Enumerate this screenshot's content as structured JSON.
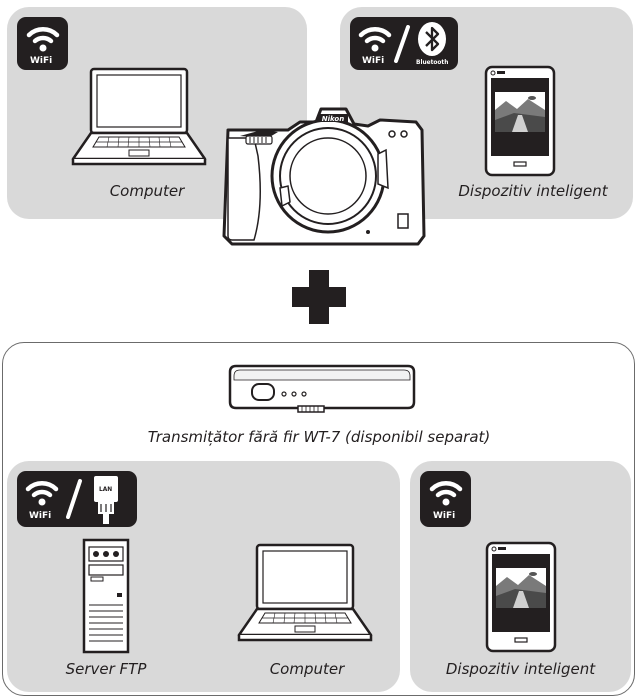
{
  "top": {
    "left_panel": {
      "label": "Computer",
      "badge_text": "WiFi"
    },
    "right_panel": {
      "label": "Dispozitiv inteligent",
      "badge_wifi_text": "WiFi",
      "badge_bt_text": "Bluetooth"
    }
  },
  "camera": {
    "brand": "Nikon"
  },
  "bottom": {
    "transmitter_label": "Transmițător fără fir WT-7 (disponibil separat)",
    "left_panel": {
      "badge_wifi_text": "WiFi",
      "badge_lan_text": "LAN",
      "server_label": "Server FTP",
      "computer_label": "Computer"
    },
    "right_panel": {
      "label": "Dispozitiv inteligent",
      "badge_text": "WiFi"
    }
  },
  "icons": [
    "wifi-icon",
    "bluetooth-icon",
    "lan-plug-icon",
    "laptop-icon",
    "smartphone-icon",
    "camera-icon",
    "plus-icon",
    "transmitter-icon",
    "server-icon"
  ],
  "colors": {
    "panel": "#d9d9d9",
    "badge": "#231f20",
    "outline": "#6b6b6b"
  }
}
